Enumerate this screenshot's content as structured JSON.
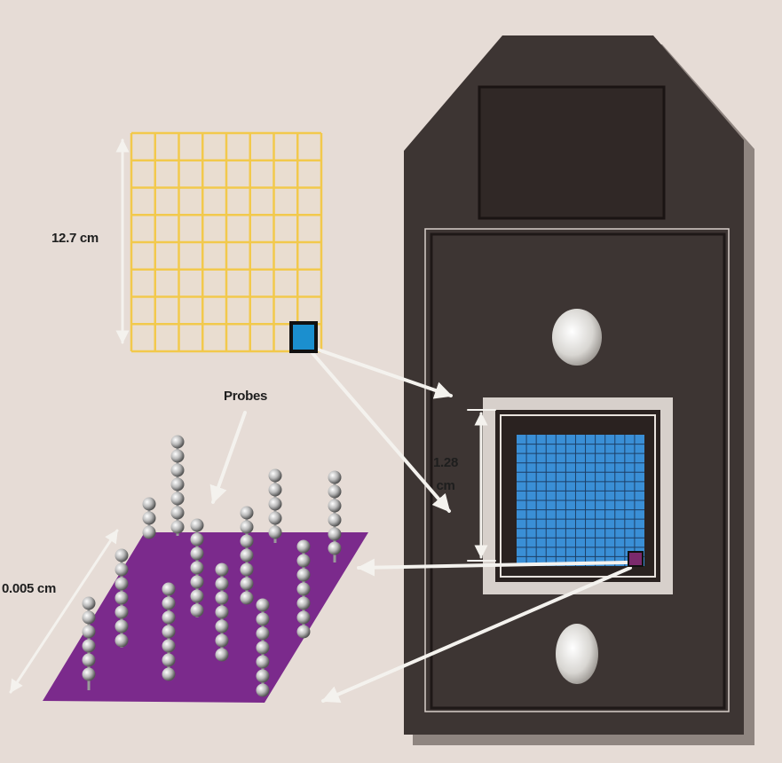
{
  "labels": {
    "grid_size": "12.7 cm",
    "probes": "Probes",
    "chip_size_line1": "1.28",
    "chip_size_line2": "cm",
    "probe_size": "0.005 cm"
  },
  "colors": {
    "background": "#e6dcd6",
    "wafer_grid": "#f2c94c",
    "chip_grid": "#3a8fd6",
    "probe_area": "#7b2a8c",
    "cartridge": "#3d3533",
    "probe_bead": "#d8d8d8"
  }
}
